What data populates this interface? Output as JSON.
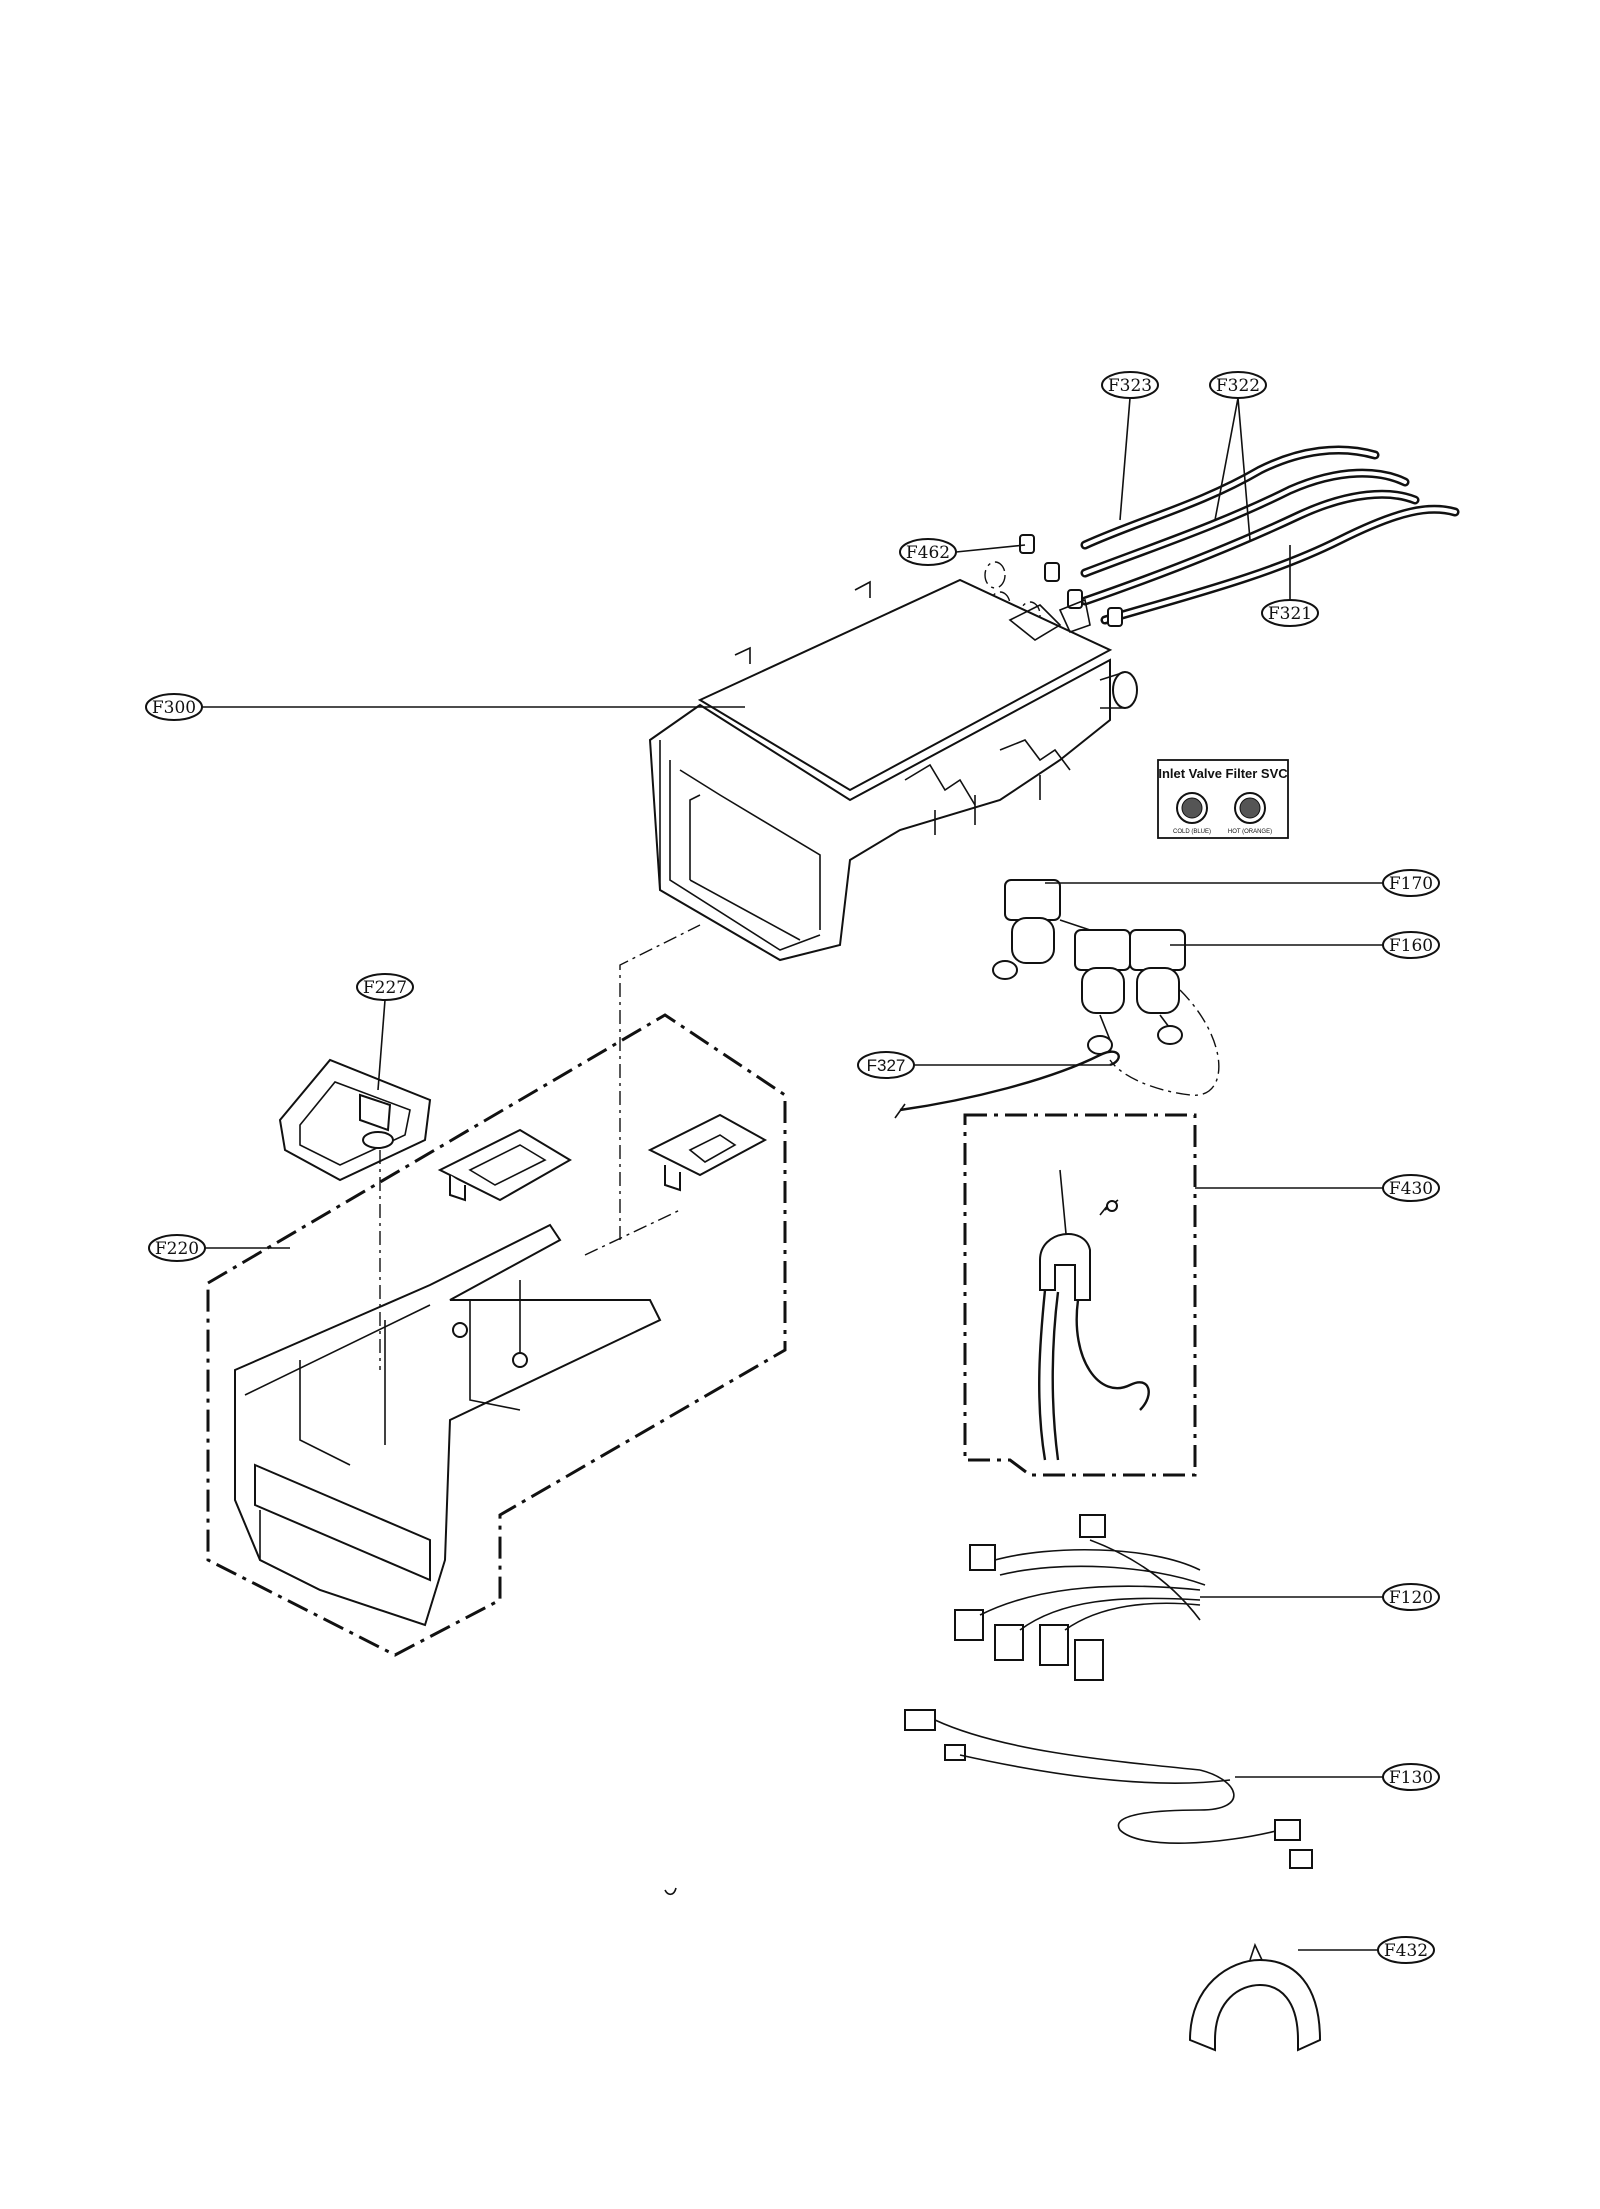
{
  "callouts": {
    "f323": "F323",
    "f322": "F322",
    "f462": "F462",
    "f321": "F321",
    "f300": "F300",
    "f170": "F170",
    "f160": "F160",
    "f227": "F227",
    "f327": "F327",
    "f430": "F430",
    "f220": "F220",
    "f120": "F120",
    "f130": "F130",
    "f432": "F432"
  },
  "inset": {
    "title": "Inlet Valve Filter SVC",
    "cold_label": "COLD (BLUE)",
    "hot_label": "HOT (ORANGE)"
  }
}
